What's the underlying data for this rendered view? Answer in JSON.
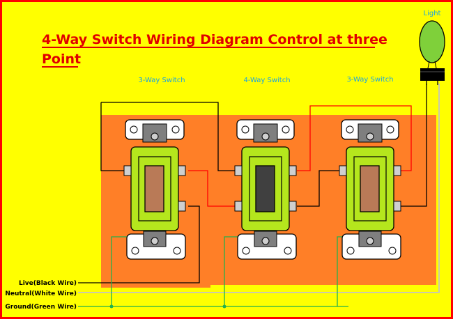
{
  "title": {
    "line1": "4-Way Switch Wiring Diagram  Control at three",
    "line2": "Point"
  },
  "light_label": "Light",
  "switches": {
    "left": "3-Way Switch",
    "middle": "4-Way Switch",
    "right": "3-Way Switch"
  },
  "wires": {
    "live": "Live(Black Wire)",
    "neutral": "Neutral(White Wire)",
    "ground": "Ground(Green Wire)"
  },
  "colors": {
    "background": "#ffff00",
    "border": "#ff0000",
    "box": "#ff7f27",
    "switch_body": "#b5e61d",
    "toggle_3way": "#b97a57",
    "toggle_4way": "#404040",
    "live_wire": "#000000",
    "traveler_wire": "#ff0000",
    "neutral_wire": "#c3c3c3",
    "ground_wire": "#22b14c",
    "bulb": "#7fd03a"
  }
}
